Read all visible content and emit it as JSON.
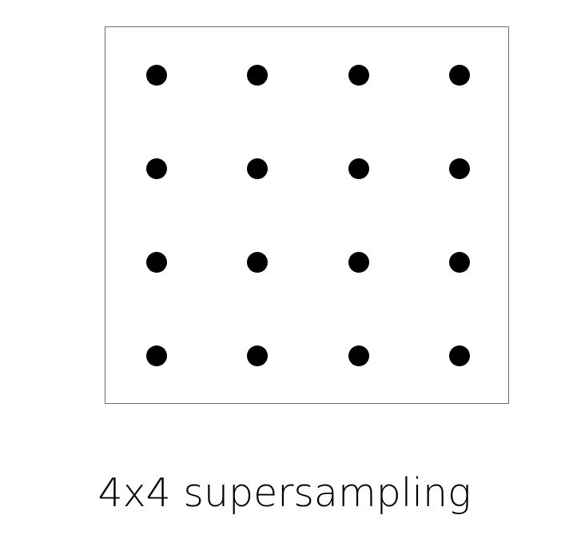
{
  "caption": "4x4 supersampling",
  "grid": {
    "rows": 4,
    "cols": 4
  },
  "colors": {
    "dot": "#000000",
    "border": "#6f6f6f",
    "background": "#ffffff"
  }
}
